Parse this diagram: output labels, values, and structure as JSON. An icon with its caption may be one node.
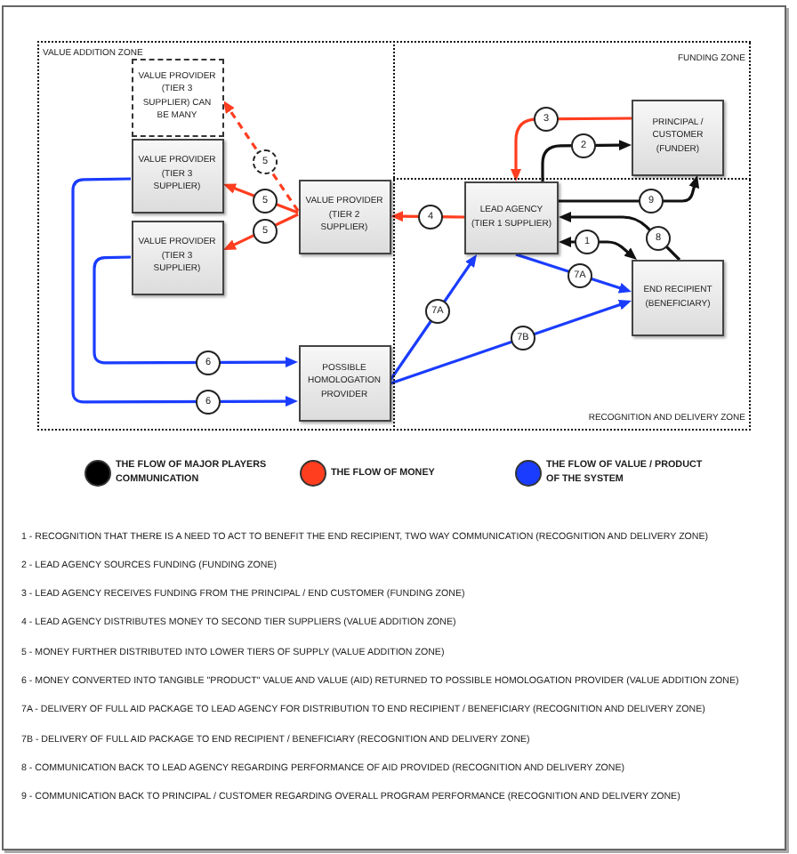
{
  "diagram": {
    "nodes": [
      {
        "text": [
          "VALUE ADDITION ZONE"
        ]
      },
      {
        "text": [
          "VALUE PROVIDER (TIER 3 SUPPLIER) CAN BE MANY"
        ],
        "in": 0
      },
      {
        "text": [
          "VALUE PROVIDER (TIER 3 SUPPLIER)"
        ],
        "in": 0
      },
      {
        "text": [
          "VALUE PROVIDER (TIER 3 SUPPLIER)"
        ],
        "in": 0
      },
      {
        "text": [
          "VALUE PROVIDER (TIER 2 SUPPLIER)"
        ],
        "in": 0
      },
      {
        "text": [
          "POSSIBLE HOMOLOGATION PROVIDER"
        ],
        "in": 0
      },
      {
        "text": [
          "FUNDING ZONE"
        ]
      },
      {
        "text": [
          "PRINCIPAL / CUSTOMER (FUNDER)"
        ],
        "in": 6
      },
      {
        "text": [
          "RECOGNITION AND DELIVERY ZONE"
        ]
      },
      {
        "text": [
          "LEAD AGENCY (TIER 1 SUPPLIER)"
        ],
        "in": 8
      },
      {
        "text": [
          "END RECIPIENT (BENEFICIARY)"
        ],
        "in": 8
      }
    ],
    "edges": [
      {
        "from": 4,
        "to": 1,
        "arrow": "to",
        "label": "5",
        "style": "dashed",
        "color": "#ff3d1f"
      },
      {
        "from": 4,
        "to": 2,
        "arrow": "to",
        "label": "5",
        "color": "#ff3d1f"
      },
      {
        "from": 4,
        "to": 3,
        "arrow": "to",
        "label": "5",
        "color": "#ff3d1f"
      },
      {
        "from": 9,
        "to": 4,
        "arrow": "to",
        "label": "4",
        "color": "#ff3d1f"
      },
      {
        "from": 7,
        "to": 9,
        "arrow": "to",
        "label": "3",
        "color": "#ff3d1f"
      },
      {
        "from": 9,
        "to": 7,
        "arrow": "to",
        "label": "2",
        "color": "#111111"
      },
      {
        "from": 9,
        "to": 7,
        "arrow": "to",
        "label": "9",
        "color": "#111111"
      },
      {
        "from": 10,
        "to": 9,
        "arrow": "to",
        "label": "8",
        "color": "#111111"
      },
      {
        "from": 9,
        "to": 10,
        "arrow": "both",
        "label": "1",
        "color": "#111111"
      },
      {
        "from": 5,
        "to": 9,
        "arrow": "to",
        "label": "7A",
        "color": "#1a3cff"
      },
      {
        "from": 9,
        "to": 10,
        "arrow": "to",
        "label": "7A",
        "color": "#1a3cff"
      },
      {
        "from": 5,
        "to": 10,
        "arrow": "to",
        "label": "7B",
        "color": "#1a3cff"
      },
      {
        "from": 2,
        "to": 5,
        "arrow": "to",
        "label": "6",
        "color": "#1a3cff"
      },
      {
        "from": 3,
        "to": 5,
        "arrow": "to",
        "label": "6",
        "color": "#1a3cff"
      }
    ],
    "labels": [
      "1 - RECOGNITION THAT THERE IS A NEED TO ACT TO BENEFIT THE END RECIPIENT, TWO WAY COMMUNICATION (RECOGNITION AND DELIVERY ZONE)",
      "2 - LEAD AGENCY SOURCES FUNDING (FUNDING ZONE)",
      "3 - LEAD AGENCY RECEIVES FUNDING FROM THE PRINCIPAL / END CUSTOMER (FUNDING ZONE)",
      "4 - LEAD AGENCY DISTRIBUTES MONEY TO SECOND TIER SUPPLIERS (VALUE ADDITION ZONE)",
      "5 - MONEY FURTHER DISTRIBUTED INTO LOWER TIERS OF SUPPLY (VALUE ADDITION ZONE)",
      "6 - MONEY CONVERTED INTO TANGIBLE \"PRODUCT\" VALUE AND VALUE (AID) RETURNED TO POSSIBLE HOMOLOGATION PROVIDER (VALUE ADDITION ZONE)",
      "7A - DELIVERY OF FULL AID PACKAGE TO LEAD AGENCY FOR DISTRIBUTION TO END RECIPIENT / BENEFICIARY (RECOGNITION AND DELIVERY ZONE)",
      "7B - DELIVERY OF FULL AID PACKAGE TO END RECIPIENT / BENEFICIARY (RECOGNITION AND DELIVERY ZONE)",
      "8 - COMMUNICATION BACK TO LEAD AGENCY REGARDING PERFORMANCE OF AID PROVIDED (RECOGNITION AND DELIVERY ZONE)",
      "9 - COMMUNICATION BACK TO PRINCIPAL / CUSTOMER REGARDING OVERALL PROGRAM PERFORMANCE (RECOGNITION AND DELIVERY ZONE)"
    ],
    "legend": [
      {
        "text": "THE FLOW OF MAJOR PLAYERS COMMUNICATION",
        "color": "#000000"
      },
      {
        "text": "THE FLOW OF MONEY",
        "color": "#ff3d1f"
      },
      {
        "text": "THE FLOW OF VALUE / PRODUCT OF THE SYSTEM",
        "color": "#1a3cff"
      }
    ]
  }
}
